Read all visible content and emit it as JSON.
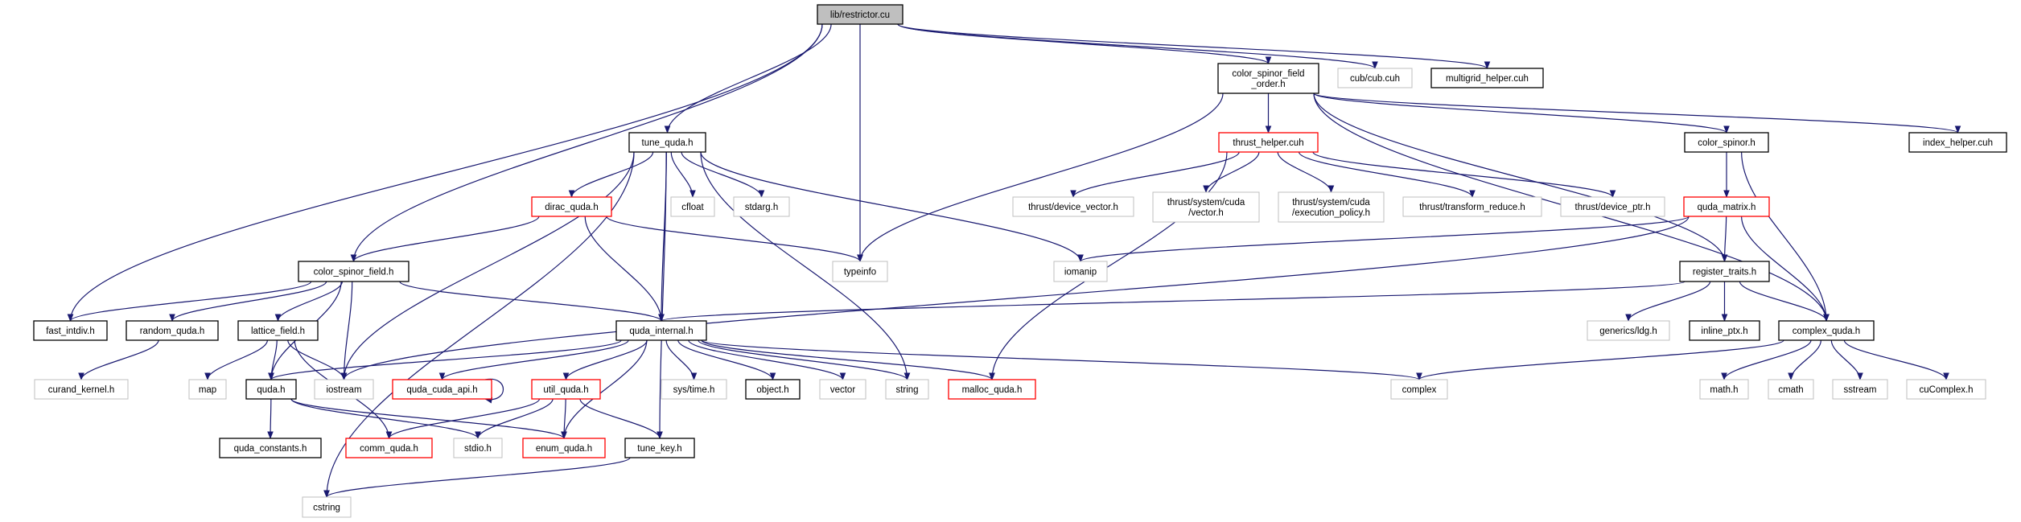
{
  "colors": {
    "edge": "#191970",
    "root_fill": "#bfbfbf",
    "normal_border": "#000000",
    "red_border": "#ff0000",
    "external_border": "#bfbfbf"
  },
  "nodes": {
    "restrictor": {
      "label": "lib/restrictor.cu",
      "style": "root"
    },
    "tune_quda": {
      "label": "tune_quda.h",
      "style": "normal"
    },
    "csfo": {
      "label": "color_spinor_field\n_order.h",
      "style": "normal"
    },
    "cub": {
      "label": "cub/cub.cuh",
      "style": "external"
    },
    "multigrid": {
      "label": "multigrid_helper.cuh",
      "style": "normal"
    },
    "dirac_quda": {
      "label": "dirac_quda.h",
      "style": "red"
    },
    "cfloat": {
      "label": "cfloat",
      "style": "external"
    },
    "stdarg": {
      "label": "stdarg.h",
      "style": "external"
    },
    "thrust_helper": {
      "label": "thrust_helper.cuh",
      "style": "red"
    },
    "color_spinor": {
      "label": "color_spinor.h",
      "style": "normal"
    },
    "index_helper": {
      "label": "index_helper.cuh",
      "style": "normal"
    },
    "t_dev_vec": {
      "label": "thrust/device_vector.h",
      "style": "external"
    },
    "t_sys_vec": {
      "label": "thrust/system/cuda\n/vector.h",
      "style": "external"
    },
    "t_exec": {
      "label": "thrust/system/cuda\n/execution_policy.h",
      "style": "external"
    },
    "t_trans": {
      "label": "thrust/transform_reduce.h",
      "style": "external"
    },
    "t_dev_ptr": {
      "label": "thrust/device_ptr.h",
      "style": "external"
    },
    "quda_matrix": {
      "label": "quda_matrix.h",
      "style": "red"
    },
    "csf": {
      "label": "color_spinor_field.h",
      "style": "normal"
    },
    "typeinfo": {
      "label": "typeinfo",
      "style": "external"
    },
    "iomanip": {
      "label": "iomanip",
      "style": "external"
    },
    "register_traits": {
      "label": "register_traits.h",
      "style": "normal"
    },
    "fast_intdiv": {
      "label": "fast_intdiv.h",
      "style": "normal"
    },
    "random_quda": {
      "label": "random_quda.h",
      "style": "normal"
    },
    "lattice_field": {
      "label": "lattice_field.h",
      "style": "normal"
    },
    "quda_internal": {
      "label": "quda_internal.h",
      "style": "normal"
    },
    "generics_ldg": {
      "label": "generics/ldg.h",
      "style": "external"
    },
    "inline_ptx": {
      "label": "inline_ptx.h",
      "style": "normal"
    },
    "complex_quda": {
      "label": "complex_quda.h",
      "style": "normal"
    },
    "curand_kernel": {
      "label": "curand_kernel.h",
      "style": "external"
    },
    "map": {
      "label": "map",
      "style": "external"
    },
    "quda_h": {
      "label": "quda.h",
      "style": "normal"
    },
    "iostream": {
      "label": "iostream",
      "style": "external"
    },
    "quda_cuda_api": {
      "label": "quda_cuda_api.h",
      "style": "red"
    },
    "util_quda": {
      "label": "util_quda.h",
      "style": "red"
    },
    "sys_time": {
      "label": "sys/time.h",
      "style": "external"
    },
    "object": {
      "label": "object.h",
      "style": "normal"
    },
    "vector": {
      "label": "vector",
      "style": "external"
    },
    "string": {
      "label": "string",
      "style": "external"
    },
    "malloc_quda": {
      "label": "malloc_quda.h",
      "style": "red"
    },
    "complex": {
      "label": "complex",
      "style": "external"
    },
    "math": {
      "label": "math.h",
      "style": "external"
    },
    "cmath": {
      "label": "cmath",
      "style": "external"
    },
    "sstream": {
      "label": "sstream",
      "style": "external"
    },
    "cucomplex": {
      "label": "cuComplex.h",
      "style": "external"
    },
    "quda_constants": {
      "label": "quda_constants.h",
      "style": "normal"
    },
    "comm_quda": {
      "label": "comm_quda.h",
      "style": "red"
    },
    "stdio": {
      "label": "stdio.h",
      "style": "external"
    },
    "enum_quda": {
      "label": "enum_quda.h",
      "style": "red"
    },
    "tune_key": {
      "label": "tune_key.h",
      "style": "normal"
    },
    "cstring": {
      "label": "cstring",
      "style": "external"
    }
  },
  "edges": [
    [
      "restrictor",
      "fast_intdiv"
    ],
    [
      "restrictor",
      "csf"
    ],
    [
      "restrictor",
      "tune_quda"
    ],
    [
      "restrictor",
      "typeinfo"
    ],
    [
      "restrictor",
      "csfo"
    ],
    [
      "restrictor",
      "cub"
    ],
    [
      "restrictor",
      "multigrid"
    ],
    [
      "tune_quda",
      "cstring"
    ],
    [
      "tune_quda",
      "iostream"
    ],
    [
      "tune_quda",
      "dirac_quda"
    ],
    [
      "tune_quda",
      "quda_internal"
    ],
    [
      "tune_quda",
      "cfloat"
    ],
    [
      "tune_quda",
      "stdarg"
    ],
    [
      "tune_quda",
      "string"
    ],
    [
      "tune_quda",
      "iomanip"
    ],
    [
      "tune_quda",
      "tune_key"
    ],
    [
      "dirac_quda",
      "csf"
    ],
    [
      "dirac_quda",
      "quda_internal"
    ],
    [
      "dirac_quda",
      "typeinfo"
    ],
    [
      "csf",
      "fast_intdiv"
    ],
    [
      "csf",
      "random_quda"
    ],
    [
      "csf",
      "lattice_field"
    ],
    [
      "csf",
      "quda_h"
    ],
    [
      "csf",
      "iostream"
    ],
    [
      "csf",
      "quda_internal"
    ],
    [
      "random_quda",
      "curand_kernel"
    ],
    [
      "lattice_field",
      "map"
    ],
    [
      "lattice_field",
      "quda_h"
    ],
    [
      "lattice_field",
      "iostream"
    ],
    [
      "lattice_field",
      "comm_quda"
    ],
    [
      "quda_internal",
      "quda_h"
    ],
    [
      "quda_internal",
      "quda_cuda_api"
    ],
    [
      "quda_internal",
      "util_quda"
    ],
    [
      "quda_internal",
      "enum_quda"
    ],
    [
      "quda_internal",
      "sys_time"
    ],
    [
      "quda_internal",
      "object"
    ],
    [
      "quda_internal",
      "vector"
    ],
    [
      "quda_internal",
      "string"
    ],
    [
      "quda_internal",
      "malloc_quda"
    ],
    [
      "quda_internal",
      "complex"
    ],
    [
      "quda_cuda_api",
      "quda_cuda_api"
    ],
    [
      "quda_h",
      "quda_constants"
    ],
    [
      "quda_h",
      "stdio"
    ],
    [
      "quda_h",
      "enum_quda"
    ],
    [
      "util_quda",
      "comm_quda"
    ],
    [
      "util_quda",
      "stdio"
    ],
    [
      "util_quda",
      "enum_quda"
    ],
    [
      "util_quda",
      "tune_key"
    ],
    [
      "tune_key",
      "cstring"
    ],
    [
      "csfo",
      "typeinfo"
    ],
    [
      "csfo",
      "thrust_helper"
    ],
    [
      "csfo",
      "color_spinor"
    ],
    [
      "csfo",
      "index_helper"
    ],
    [
      "csfo",
      "register_traits"
    ],
    [
      "csfo",
      "complex_quda"
    ],
    [
      "thrust_helper",
      "malloc_quda"
    ],
    [
      "thrust_helper",
      "t_dev_vec"
    ],
    [
      "thrust_helper",
      "t_sys_vec"
    ],
    [
      "thrust_helper",
      "t_exec"
    ],
    [
      "thrust_helper",
      "t_trans"
    ],
    [
      "thrust_helper",
      "t_dev_ptr"
    ],
    [
      "color_spinor",
      "quda_matrix"
    ],
    [
      "color_spinor",
      "complex_quda"
    ],
    [
      "quda_matrix",
      "iomanip"
    ],
    [
      "quda_matrix",
      "iostream"
    ],
    [
      "quda_matrix",
      "register_traits"
    ],
    [
      "quda_matrix",
      "complex_quda"
    ],
    [
      "register_traits",
      "quda_internal"
    ],
    [
      "register_traits",
      "generics_ldg"
    ],
    [
      "register_traits",
      "inline_ptx"
    ],
    [
      "register_traits",
      "complex_quda"
    ],
    [
      "complex_quda",
      "complex"
    ],
    [
      "complex_quda",
      "math"
    ],
    [
      "complex_quda",
      "cmath"
    ],
    [
      "complex_quda",
      "sstream"
    ],
    [
      "complex_quda",
      "cucomplex"
    ]
  ]
}
